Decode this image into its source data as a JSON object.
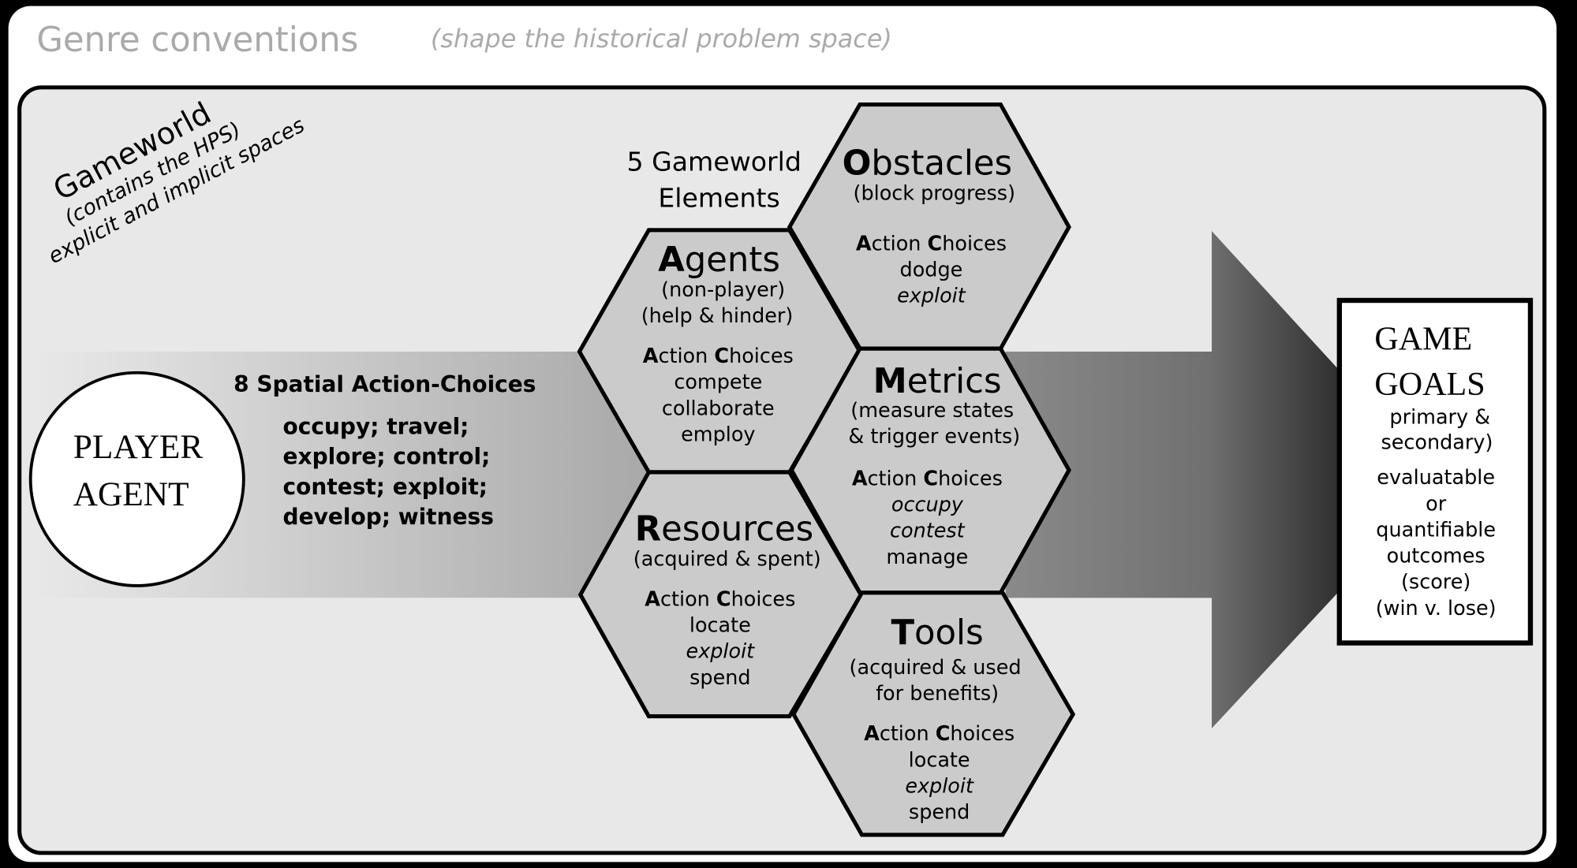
{
  "header": {
    "title": "Genre conventions",
    "subtitle": "(shape the historical problem space)"
  },
  "gameworld": {
    "title": "Gameworld",
    "line1": "(contains the HPS)",
    "line2": "explicit and implicit spaces"
  },
  "elements_label": {
    "line1": "5 Gameworld",
    "line2": "Elements"
  },
  "player": {
    "line1": "PLAYER",
    "line2": "AGENT"
  },
  "spatial": {
    "title": "8 Spatial Action-Choices",
    "lines": [
      "occupy; travel;",
      "explore; control;",
      "contest; exploit;",
      "develop; witness"
    ]
  },
  "action_choices": {
    "first": "A",
    "mid": "ction ",
    "c": "C",
    "rest": "hoices"
  },
  "hexes": {
    "obstacles": {
      "initial": "O",
      "rest": "bstacles",
      "desc": [
        "(block progress)"
      ],
      "choices": [
        "dodge",
        "exploit"
      ]
    },
    "agents": {
      "initial": "A",
      "rest": "gents",
      "desc": [
        "(non-player)",
        "(help & hinder)"
      ],
      "choices": [
        "compete",
        "collaborate",
        "employ"
      ]
    },
    "metrics": {
      "initial": "M",
      "rest": "etrics",
      "desc": [
        "(measure states",
        "& trigger events)"
      ],
      "choices": [
        "occupy",
        "contest",
        "manage"
      ]
    },
    "resources": {
      "initial": "R",
      "rest": "esources",
      "desc": [
        "(acquired & spent)"
      ],
      "choices": [
        "locate",
        "exploit",
        "spend"
      ]
    },
    "tools": {
      "initial": "T",
      "rest": "ools",
      "desc": [
        "(acquired & used",
        "for benefits)"
      ],
      "choices": [
        "locate",
        "exploit",
        "spend"
      ]
    }
  },
  "goals": {
    "line1": "GAME",
    "line2": "GOALS",
    "lines": [
      "primary &",
      "secondary)",
      "evaluatable",
      "or",
      "quantifiable",
      "outcomes",
      "(score)",
      "(win v. lose)"
    ]
  },
  "colors": {
    "panel": "#ffffff",
    "gameworld_bg": "#e8e8e8",
    "hex_fill": "#cbcbcb",
    "title_gray": "#aaaaaa"
  }
}
